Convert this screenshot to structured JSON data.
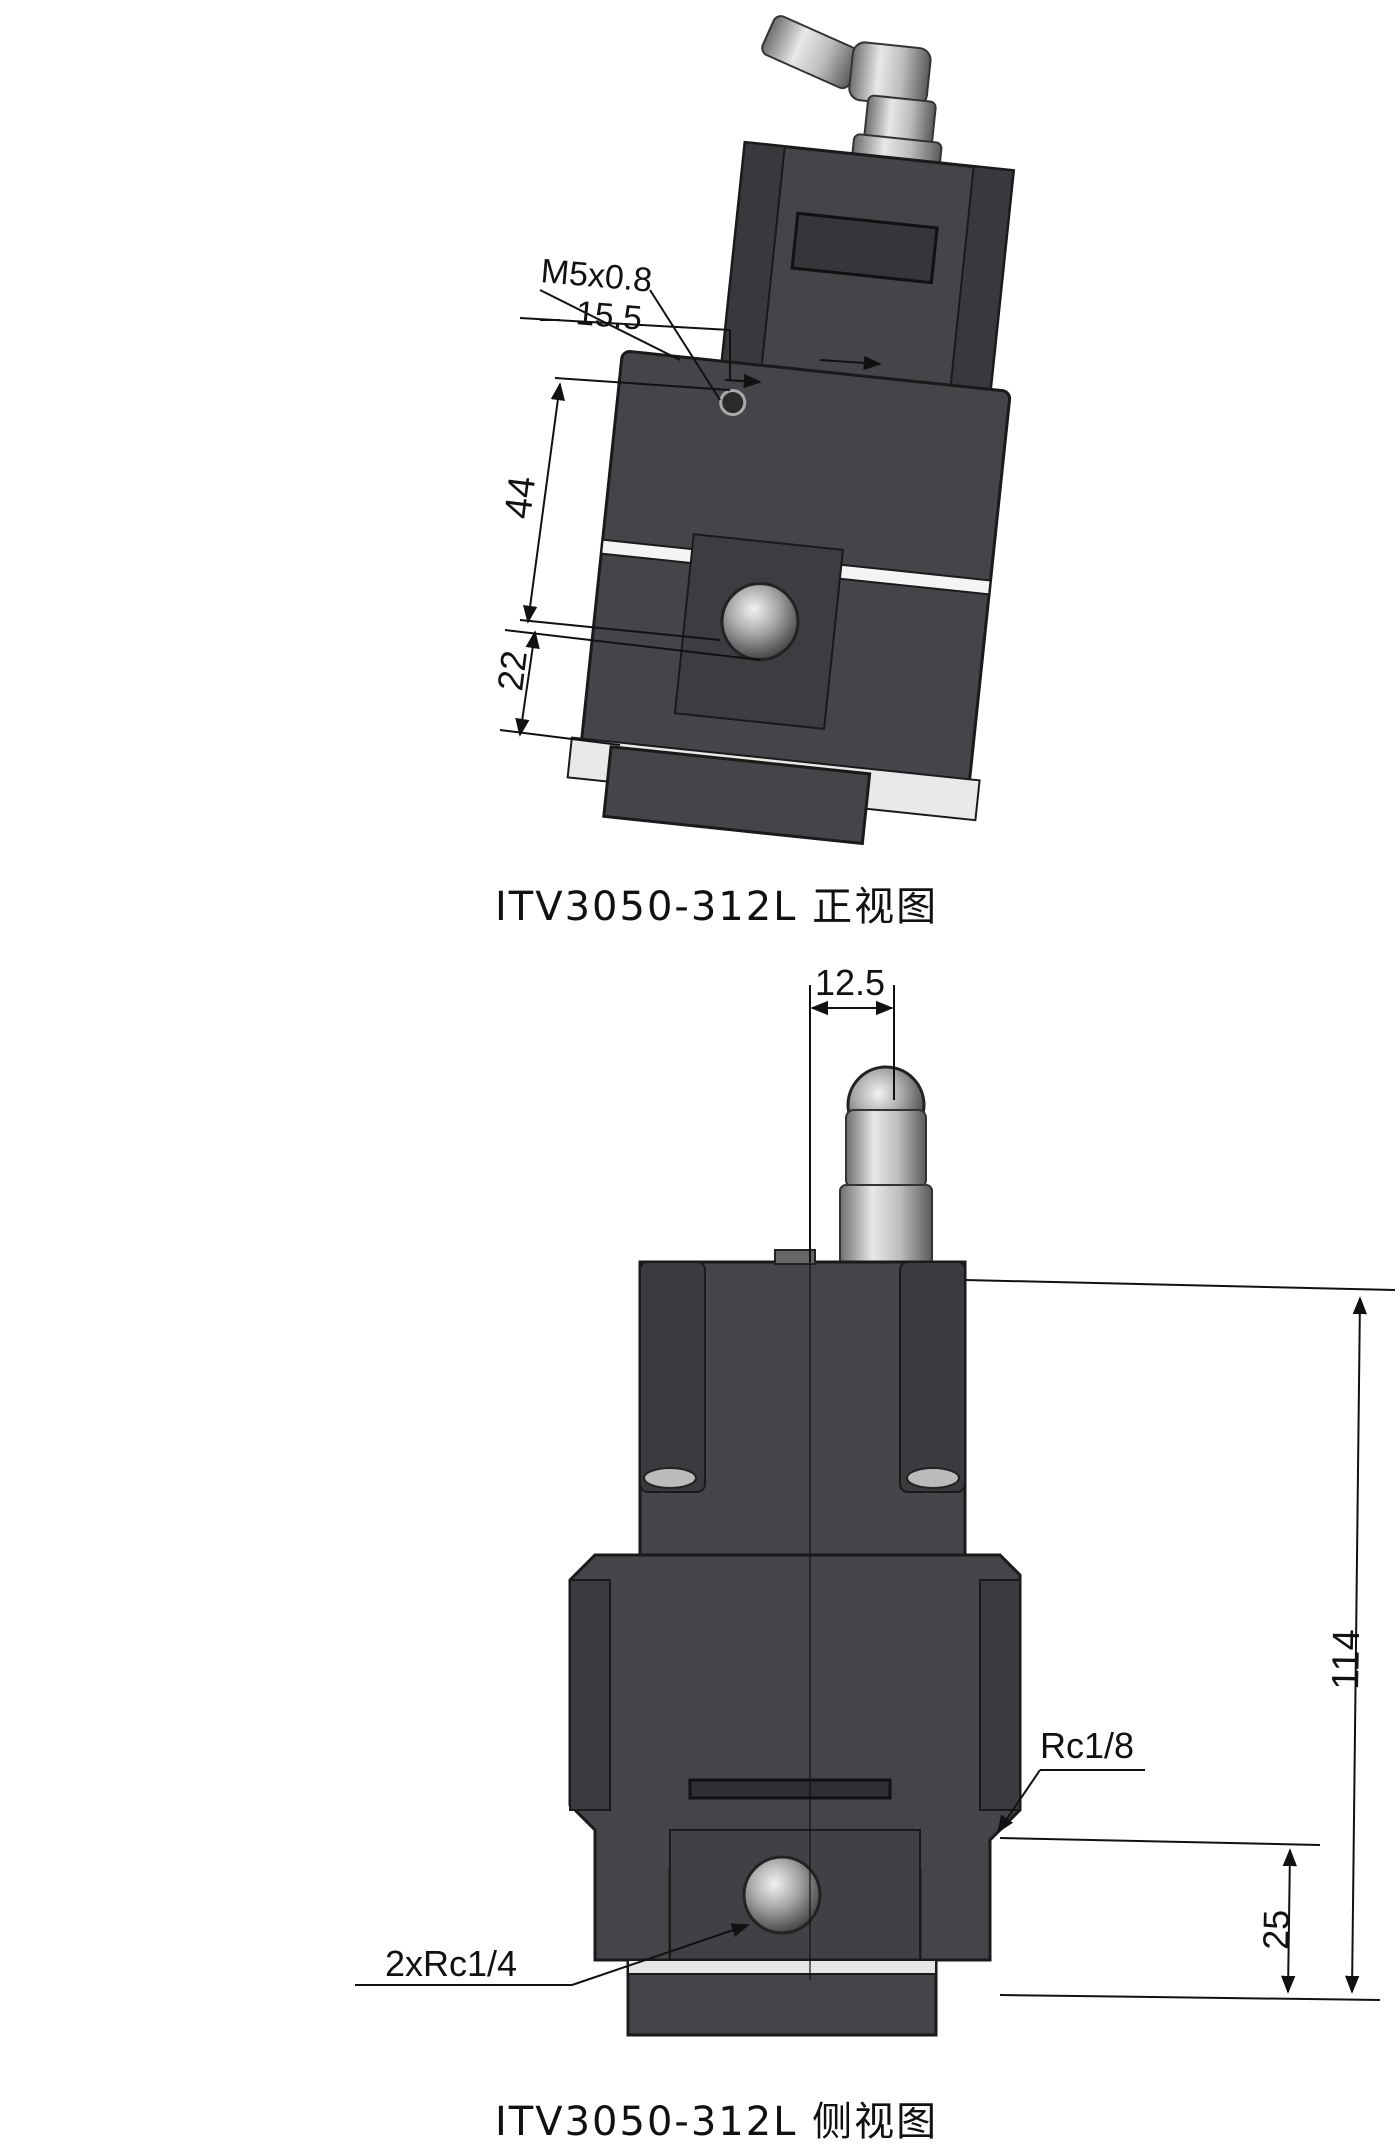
{
  "front_view": {
    "caption": "ITV3050-312L 正视图",
    "dims": {
      "thread": "M5x0.8",
      "offset": "15.5",
      "height_upper": "44",
      "height_lower": "22"
    }
  },
  "side_view": {
    "caption": "ITV3050-312L 侧视图",
    "dims": {
      "connector_offset": "12.5",
      "total_height": "114",
      "port_height": "25",
      "gauge_port": "Rc1/8",
      "main_ports": "2xRc1/4"
    }
  },
  "colors": {
    "body": "#444548",
    "body_dark": "#2f3033",
    "edge": "#1a1a1a",
    "dimension_line": "#111111"
  }
}
